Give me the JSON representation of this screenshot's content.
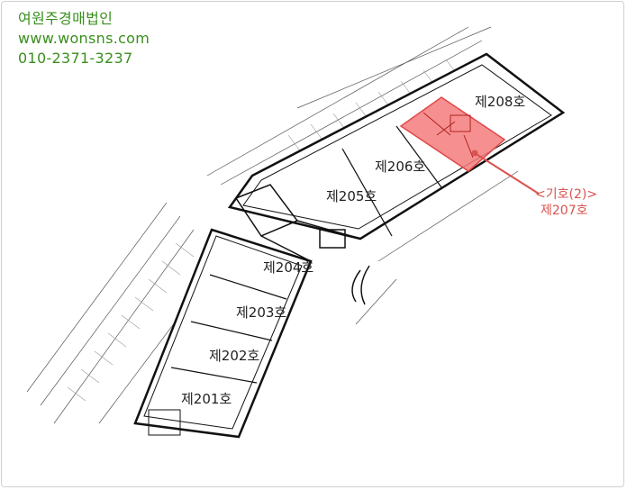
{
  "company": {
    "name": "여원주경매법인",
    "website": "www.wonsns.com",
    "phone": "010-2371-3237"
  },
  "units": {
    "r201": "제201호",
    "r202": "제202호",
    "r203": "제203호",
    "r204": "제204호",
    "r205": "제205호",
    "r206": "제206호",
    "r207": "제207호",
    "r208": "제208호"
  },
  "callout": {
    "line1": "<기호(2)>",
    "line2": "제207호"
  },
  "colors": {
    "highlight": "#f47d7d",
    "callout": "#d9534f",
    "company": "#3a8f1e"
  }
}
